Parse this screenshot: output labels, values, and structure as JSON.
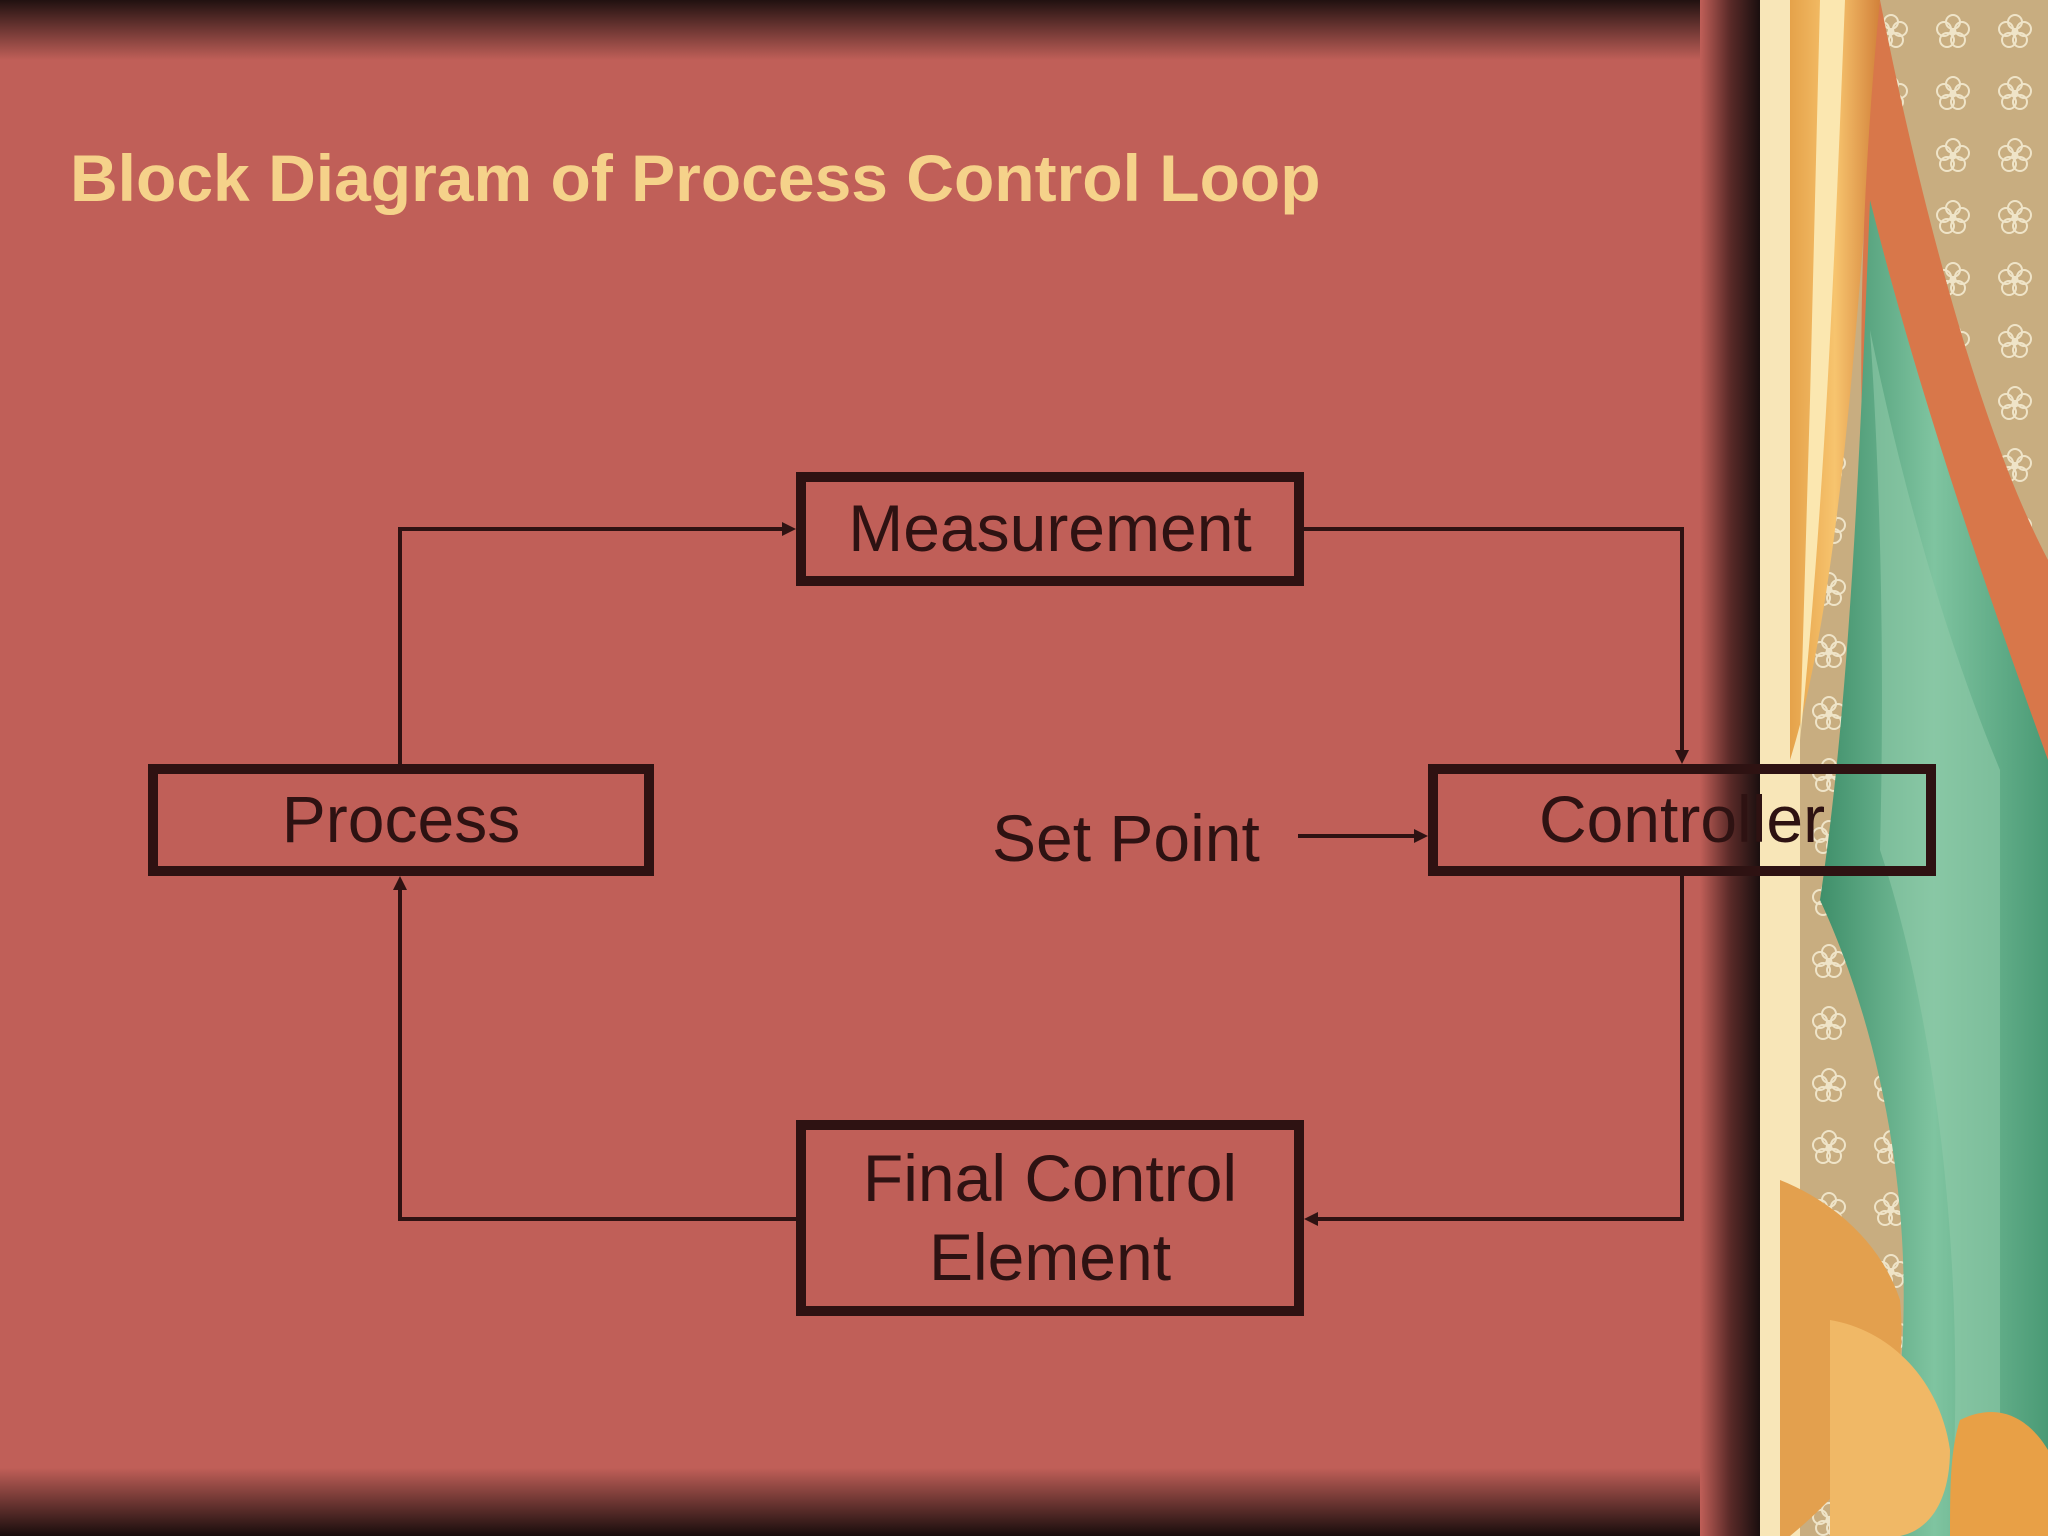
{
  "slide": {
    "title": "Block Diagram of Process Control Loop"
  },
  "diagram": {
    "blocks": {
      "measurement": "Measurement",
      "process": "Process",
      "controller": "Controller",
      "final_control_line1": "Final Control",
      "final_control_line2": "Element"
    },
    "setpoint_label": "Set Point"
  },
  "colors": {
    "slide_background": "#c05f58",
    "title": "#f5d28a",
    "lines_and_text": "#2e1212"
  }
}
